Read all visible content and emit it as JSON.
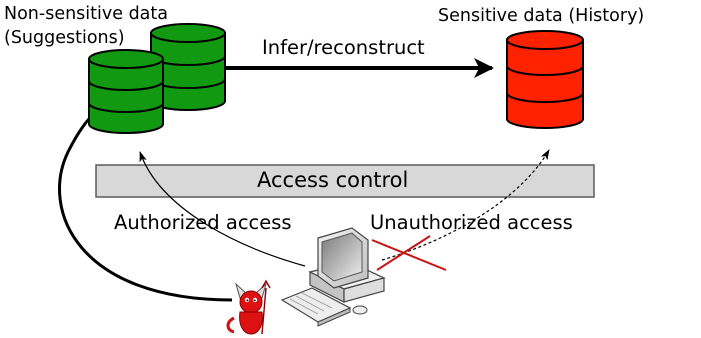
{
  "labels": {
    "non_sensitive_line1": "Non-sensitive data",
    "non_sensitive_line2": "(Suggestions)",
    "sensitive": "Sensitive data (History)",
    "infer": "Infer/reconstruct",
    "access_control": "Access control",
    "authorized": "Authorized access",
    "unauthorized": "Unauthorized access"
  },
  "colors": {
    "non_sensitive_db": "#119911",
    "sensitive_db": "#ff2200",
    "access_control_bar": "#d8d8d8",
    "blocked_cross": "#cc1111",
    "attacker": "#dd1111"
  },
  "icons": {
    "database_stack": "database-icon",
    "workstation": "desktop-computer-icon",
    "attacker": "devil-icon"
  }
}
